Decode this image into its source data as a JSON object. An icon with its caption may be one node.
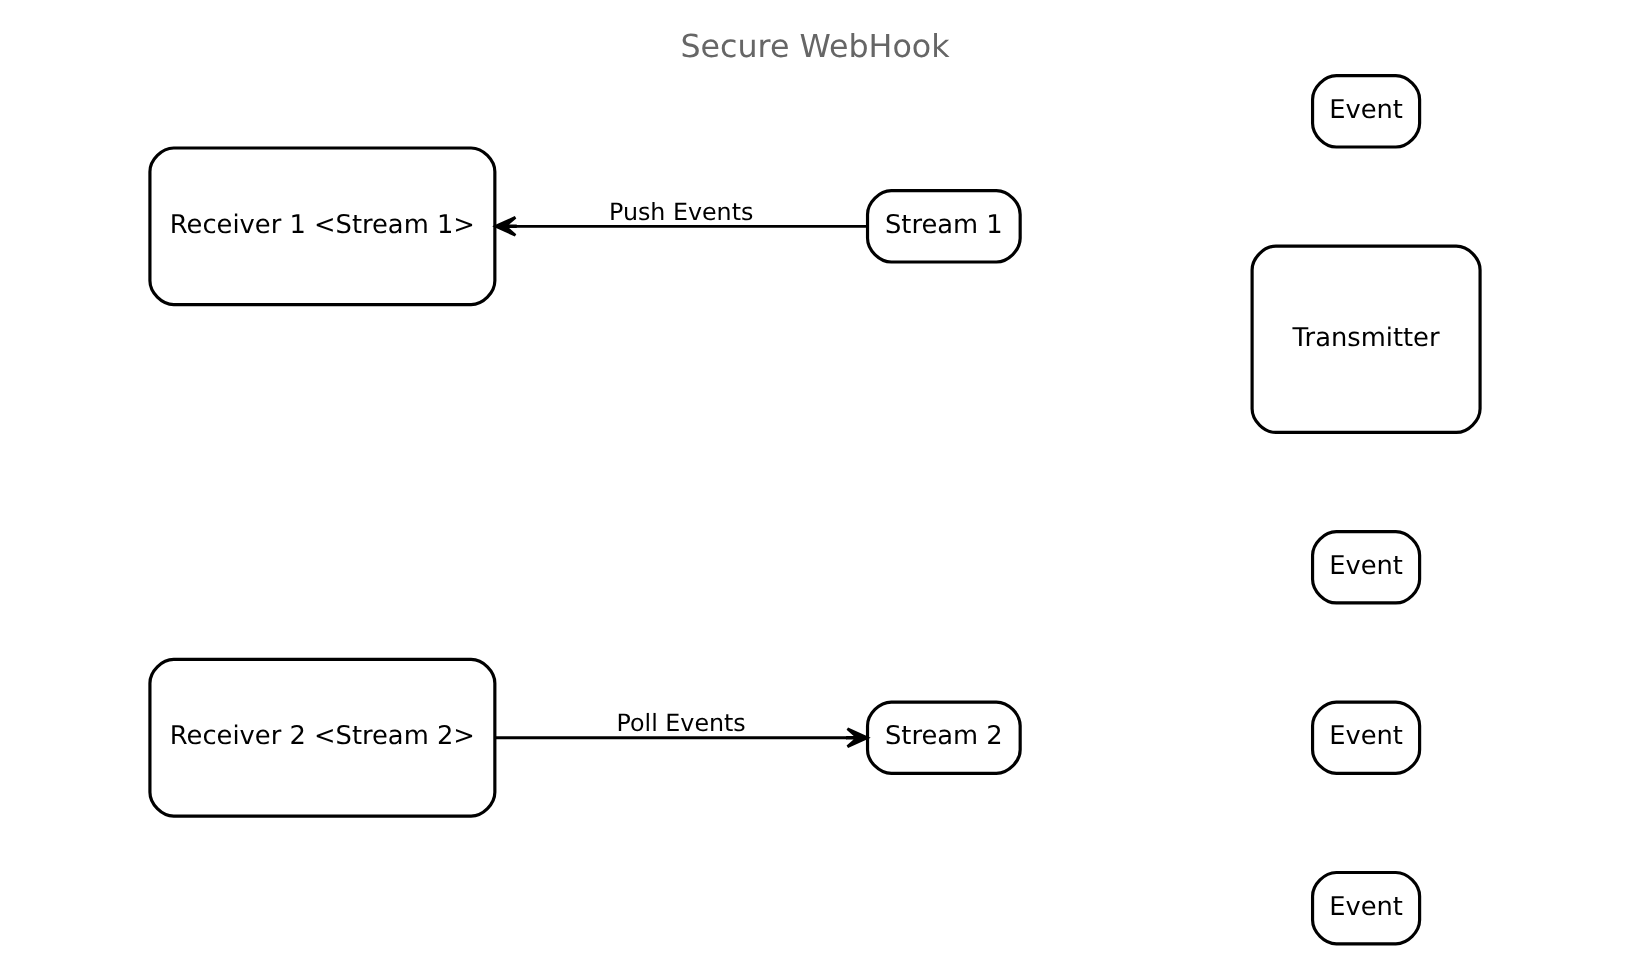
{
  "diagram": {
    "title": "Secure WebHook",
    "nodes": [
      {
        "text": [
          "Receiver 1 <Stream 1>"
        ]
      },
      {
        "text": [
          "Stream 1"
        ]
      },
      {
        "text": [
          "Event"
        ]
      },
      {
        "text": [
          "Transmitter"
        ]
      },
      {
        "text": [
          "Receiver 2 <Stream 2>"
        ]
      },
      {
        "text": [
          "Stream 2"
        ]
      },
      {
        "text": [
          "Event"
        ]
      },
      {
        "text": [
          "Event"
        ]
      },
      {
        "text": [
          "Event"
        ]
      }
    ],
    "edges": [
      {
        "from": 1,
        "to": 0,
        "arrow": "to",
        "label": "Push Events"
      },
      {
        "from": 4,
        "to": 5,
        "arrow": "to",
        "label": "Poll Events"
      }
    ]
  }
}
